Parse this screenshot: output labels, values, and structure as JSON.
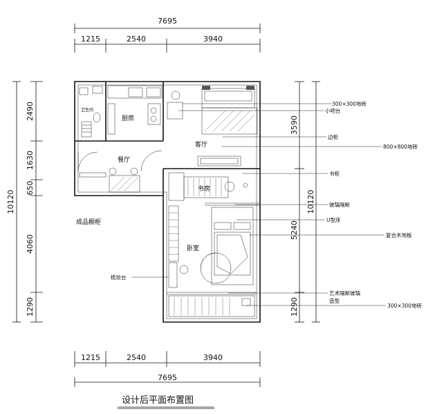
{
  "title": "设计后平面布置图",
  "dimensions": {
    "top_total": "7695",
    "top_segments": [
      "1215",
      "2540",
      "3940"
    ],
    "bottom_total": "7695",
    "bottom_segments": [
      "1215",
      "2540",
      "3940"
    ],
    "left_total": "10120",
    "left_segments": [
      "2490",
      "1630",
      "650",
      "4060",
      "1290"
    ],
    "right_total": "10120",
    "right_outer": [
      "3590",
      "5240",
      "1290"
    ]
  },
  "rooms": {
    "living_room": "客厅",
    "kitchen": "厨房",
    "dining": "餐厅",
    "study": "书房",
    "bedroom": "卧室",
    "bathroom": "卫生间"
  },
  "annotations_right": [
    "300×300地砖",
    "小吧台",
    "边柜",
    "800×800地砖",
    "书柜",
    "玻璃隔断",
    "U型床",
    "复合木地板",
    "艺术隔断玻璃",
    "造型",
    "300×300地砖"
  ],
  "annotations_left": [
    "成品橱柜",
    "梳妆台"
  ]
}
